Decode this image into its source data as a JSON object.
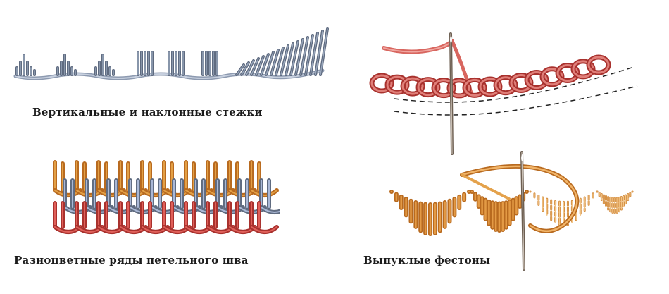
{
  "captions": {
    "vertical_slanted": "Вертикальные и наклонные стежки",
    "multicolor_rows": "Разноцветные ряды петельного шва",
    "chain_stitch": "",
    "scallops": "Выпуклые фестоны"
  },
  "colors": {
    "grey_thread": "#9aa8bd",
    "grey_dark": "#5f6b80",
    "orange_thread": "#e3a046",
    "orange_dark": "#b86a1f",
    "red_thread": "#e0605a",
    "red_dark": "#a8312d",
    "blue_thread": "#aab8d6",
    "pink_thread": "#e07f79",
    "needle": "#7a6a5a",
    "gold_thread": "#e39a45"
  },
  "icons": {
    "vertical_stitches": "vertical-slanted-stitches-illustration",
    "loop_rows": "multicolor-buttonhole-rows-illustration",
    "chain": "chain-stitch-with-needle-illustration",
    "scallops": "raised-scallops-with-needle-illustration"
  }
}
